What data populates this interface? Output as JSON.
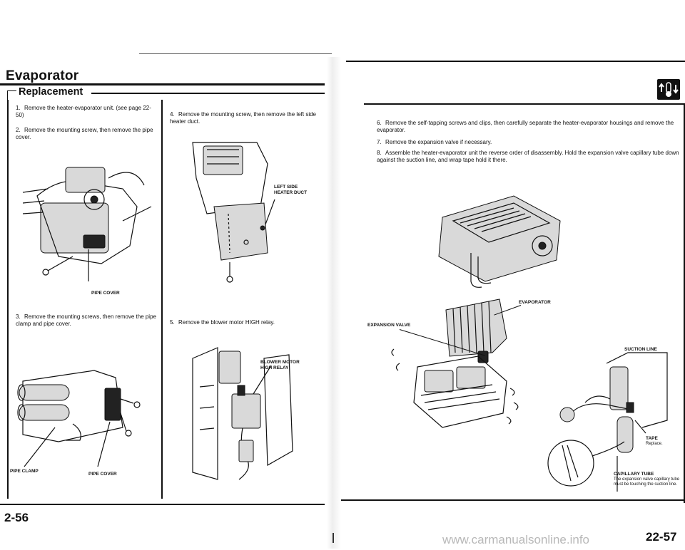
{
  "left_page": {
    "section_title": "Evaporator",
    "subsection_title": "Replacement",
    "page_number": "2-56",
    "steps": [
      {
        "num": "1.",
        "text": "Remove the heater-evaporator unit. (see page 22-50)"
      },
      {
        "num": "2.",
        "text": "Remove the mounting screw, then remove the pipe cover."
      },
      {
        "num": "3.",
        "text": "Remove the mounting screws, then remove the pipe clamp and pipe cover."
      },
      {
        "num": "4.",
        "text": "Remove the mounting screw, then remove the left side heater duct."
      },
      {
        "num": "5.",
        "text": "Remove the blower motor HIGH relay."
      }
    ],
    "callouts": {
      "pipe_cover_1": "PIPE COVER",
      "pipe_clamp": "PIPE CLAMP",
      "pipe_cover_2": "PIPE COVER",
      "left_side_heater_duct_1": "LEFT SIDE",
      "left_side_heater_duct_2": "HEATER DUCT",
      "blower_motor_high_relay_1": "BLOWER MOTOR",
      "blower_motor_high_relay_2": "HIGH RELAY"
    }
  },
  "right_page": {
    "page_number": "22-57",
    "steps": [
      {
        "num": "6.",
        "text": "Remove the self-tapping screws and clips, then carefully separate the heater-evaporator housings and remove the evaporator."
      },
      {
        "num": "7.",
        "text": "Remove the expansion valve if necessary."
      },
      {
        "num": "8.",
        "text": "Assemble the heater-evaporator unit the reverse order of disassembly. Hold the expansion valve capillary tube down against the suction line, and wrap tape hold it there."
      }
    ],
    "callouts": {
      "evaporator": "EVAPORATOR",
      "expansion_valve": "EXPANSION VALVE",
      "suction_line": "SUCTION LINE",
      "tape": "TAPE",
      "tape_note": "Replace.",
      "capillary_tube": "CAPILLARY TUBE",
      "capillary_note_1": "The expansion valve capillary tube",
      "capillary_note_2": "must be touching the suction line."
    }
  },
  "footer": {
    "watermark": "www.carmanualsonline.info"
  }
}
